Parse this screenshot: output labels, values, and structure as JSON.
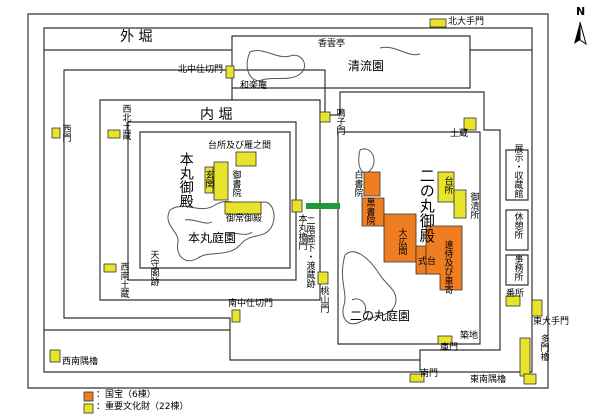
{
  "colors": {
    "national_treasure": "#ef7d22",
    "important_property": "#e8e32b",
    "bridge": "#1f9a3a",
    "line": "#333333",
    "garden": "#555555"
  },
  "compass": {
    "label": "N"
  },
  "moats": {
    "outer": "外 堀",
    "inner": "内 堀"
  },
  "gates": {
    "north_otemon": "北大手門",
    "north_nakajikiri": "北中仕切門",
    "nishi": "西門",
    "higashi_otemon": "東大手門",
    "minami_nakajikiri": "南中仕切門",
    "minami": "南門",
    "kuro": "庫門",
    "honmaru_yagura": "本丸櫓門",
    "momoyama": "桃山門",
    "naruko": "鳴子門",
    "tamon": "多門櫓"
  },
  "turrets": {
    "northwest": "西北土蔵",
    "southwest": "西南土蔵",
    "southwest_sumi": "西南隅櫓",
    "southeast_sumi": "東南隅櫓",
    "tozo": "土蔵"
  },
  "areas": {
    "seiryuen": "清流園",
    "kouuntei": "香雲亭",
    "warakuan": "和楽庵",
    "honmaru_goten": "本丸御殿",
    "honmaru_teien": "本丸庭園",
    "tenshu": "天守閣跡",
    "ninomaru_goten": "二の丸御殿",
    "ninomaru_teien": "二の丸庭園",
    "daidokoro_tsubone": "台所及び雁之間",
    "genkan": "玄関",
    "gosho": "御書院",
    "gotsune": "御常御殿",
    "nikai": "二階廊下・渡蔵跡",
    "shiroshoin": "白書院",
    "kuroshoin": "黒書院",
    "ohiroma": "大広間",
    "shikidai": "式台",
    "tozamurai": "遠侍及び車寄",
    "daidokoro": "台所",
    "okuresho": "御清所",
    "tenji": "展示・収蔵館",
    "kyukeijo": "休憩所",
    "jimusho": "事務所",
    "banjo": "番所",
    "chikuji": "築地"
  },
  "legend": {
    "national": "：国宝（6棟）",
    "important": "：重要文化財（22棟）"
  }
}
